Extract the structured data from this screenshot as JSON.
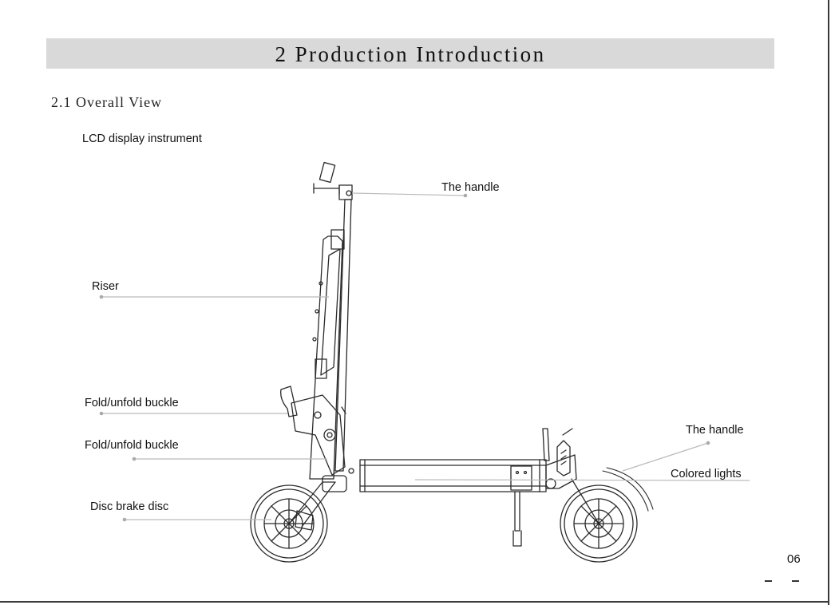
{
  "page": {
    "heading": "2 Production Introduction",
    "section": "2.1 Overall View",
    "page_number": "06"
  },
  "labels": {
    "lcd": "LCD display instrument",
    "handle_top": "The handle",
    "riser": "Riser",
    "fold1": "Fold/unfold buckle",
    "fold2": "Fold/unfold buckle",
    "handle_rear": "The handle",
    "lights": "Colored lights",
    "disc": "Disc brake disc"
  }
}
